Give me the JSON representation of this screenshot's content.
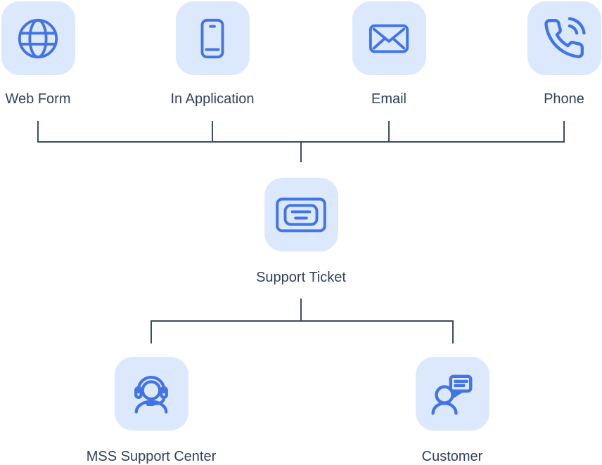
{
  "diagram": {
    "nodes": [
      {
        "id": "web-form",
        "label": "Web Form",
        "icon": "globe-icon"
      },
      {
        "id": "in-application",
        "label": "In Application",
        "icon": "mobile-icon"
      },
      {
        "id": "email",
        "label": "Email",
        "icon": "envelope-icon"
      },
      {
        "id": "phone",
        "label": "Phone",
        "icon": "phone-handset-icon"
      },
      {
        "id": "support-ticket",
        "label": "Support Ticket",
        "icon": "ticket-icon"
      },
      {
        "id": "mss-support-center",
        "label": "MSS Support Center",
        "icon": "support-agent-icon"
      },
      {
        "id": "customer",
        "label": "Customer",
        "icon": "customer-chat-icon"
      }
    ],
    "edges": [
      {
        "from": "web-form",
        "to": "support-ticket"
      },
      {
        "from": "in-application",
        "to": "support-ticket"
      },
      {
        "from": "email",
        "to": "support-ticket"
      },
      {
        "from": "phone",
        "to": "support-ticket"
      },
      {
        "from": "support-ticket",
        "to": "mss-support-center"
      },
      {
        "from": "support-ticket",
        "to": "customer"
      }
    ],
    "colors": {
      "icon_stroke": "#4274e6",
      "card_background": "#dce9fc",
      "label_text": "#32405a",
      "connector": "#3c4b64",
      "page_background": "#ffffff"
    }
  }
}
